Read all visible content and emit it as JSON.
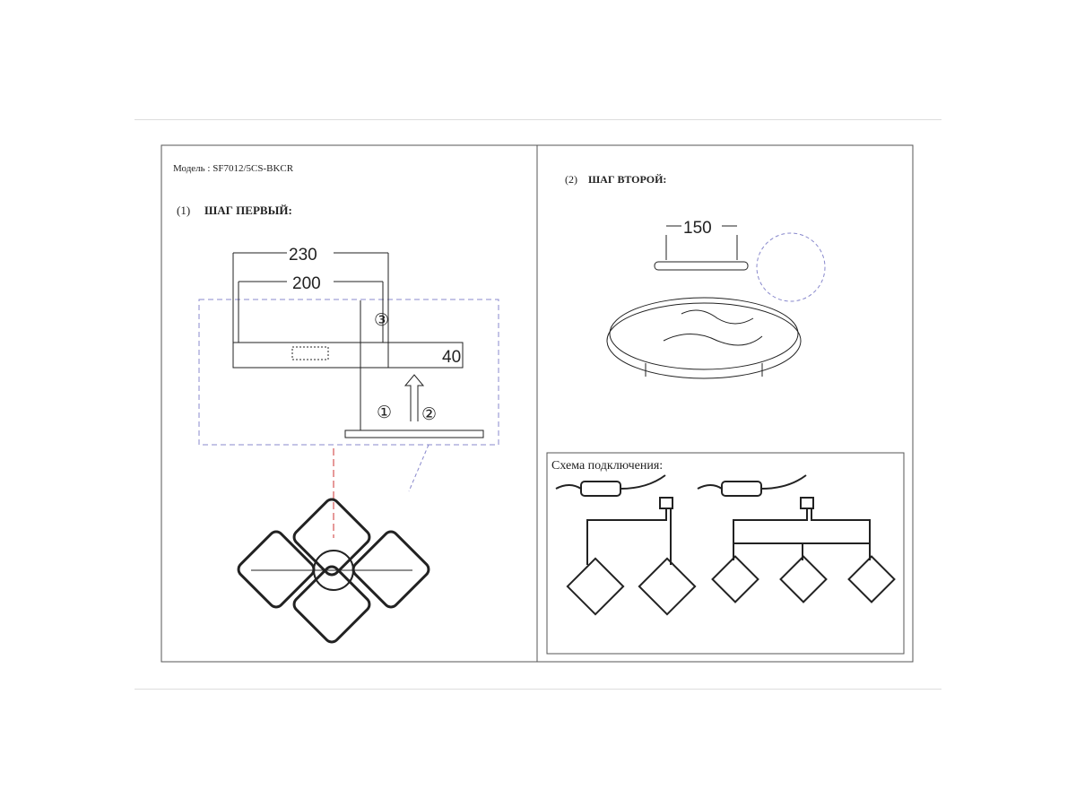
{
  "model_label": "Модель : SF7012/5CS-BKCR",
  "step1": {
    "number": "(1)",
    "title": "ШАГ ПЕРВЫЙ:",
    "dims": {
      "outer": "230",
      "inner": "200",
      "height": "40"
    },
    "callouts": [
      "①",
      "②",
      "③"
    ]
  },
  "step2": {
    "number": "(2)",
    "title": "ШАГ ВТОРОЙ:",
    "dims": {
      "spacing": "150"
    }
  },
  "wiring": {
    "title": "Схема подключения:"
  },
  "colors": {
    "line": "#222222",
    "dash": "#8888cc",
    "accent": "#cc3333"
  }
}
